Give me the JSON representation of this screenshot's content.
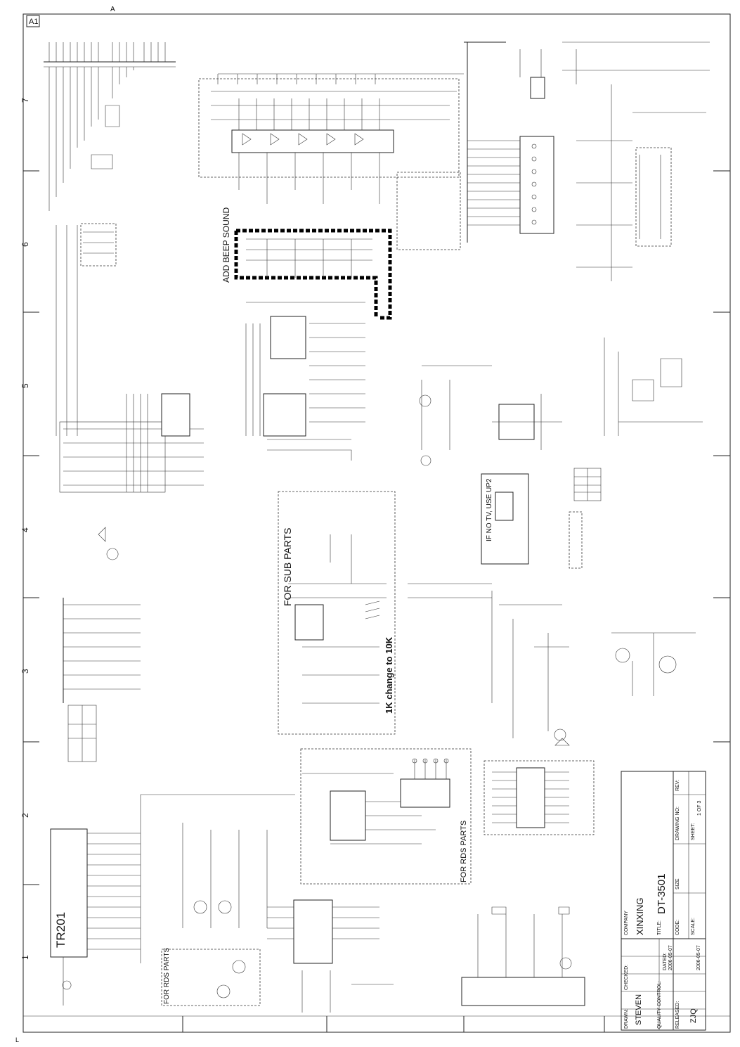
{
  "sheet": {
    "zone": "A1",
    "corner_letter": "A",
    "row_numbers": [
      "7",
      "6",
      "5",
      "4",
      "3",
      "2",
      "1"
    ]
  },
  "annotations": {
    "beep": "ADD BEEP SOUND",
    "sub_parts": "FOR SUB PARTS",
    "change_note": "1K change to 10K",
    "rds_parts_mid": "FOR RDS PARTS",
    "rds_parts_low": "FOR RDS PARTS",
    "tv_note": "IF NO TV, USE UP2"
  },
  "ic_labels": {
    "tuner": "TR201"
  },
  "title_block": {
    "company": "XINXING",
    "model": "DT-3501",
    "drawn_by": "STEVEN",
    "checked_by": "ZJQ",
    "sheet": "1 OF 3",
    "date1": "2006-05-07",
    "date2": "2006-05-07",
    "field_labels": {
      "company": "COMPANY",
      "title": "TITLE:",
      "code": "CODE:",
      "scale": "SCALE:",
      "size": "SIZE",
      "drawing_no": "DRAWING NO:",
      "rev": "REV:",
      "drawn": "DRAWN:",
      "checked": "CHECKED:",
      "quality": "QUALITY CONTROL:",
      "released": "RELEASED:",
      "dated": "DATED:",
      "sheet": "SHEET:"
    }
  }
}
